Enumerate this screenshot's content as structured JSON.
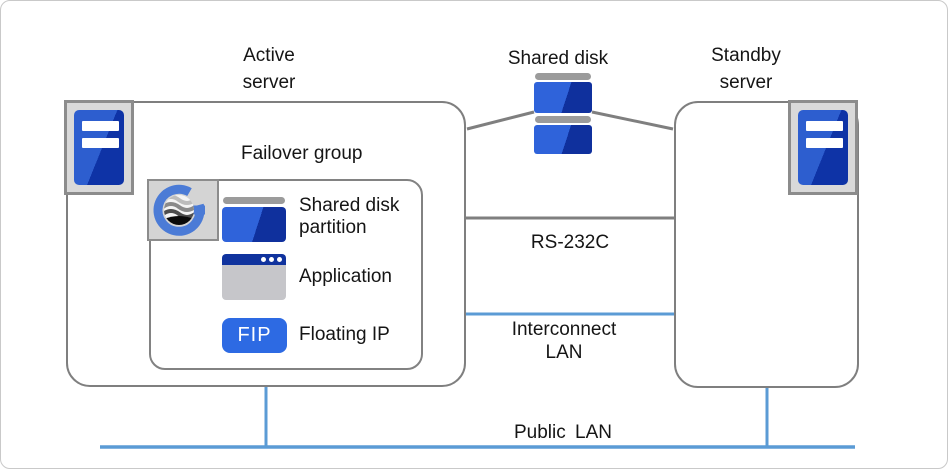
{
  "labels": {
    "active_server": "Active\nserver",
    "shared_disk": "Shared disk",
    "standby_server": "Standby\nserver",
    "failover_group": "Failover group",
    "rs232c": "RS-232C",
    "interconnect_lan": "Interconnect\nLAN",
    "public_lan": "Public LAN"
  },
  "failover_group": {
    "items": [
      {
        "icon": "shared-disk-partition-icon",
        "label": "Shared disk\npartition"
      },
      {
        "icon": "application-icon",
        "label": "Application"
      },
      {
        "icon": "floating-ip-icon",
        "label": "Floating IP",
        "badge": "FIP"
      }
    ]
  },
  "colors": {
    "line_gray": "#7f7f7f",
    "line_blue": "#5b9bd5",
    "box_border_gray": "#7f7f7f",
    "icon_blue": "#2f63da",
    "icon_blue_dark": "#0f309d",
    "fip_blue": "#2d6ae3",
    "icon_cap_gray": "#9b9b9b",
    "app_body_gray": "#c6c6ca",
    "icon_bg_gray": "#d9d9d9",
    "logo_bg_gray": "#d4d4d4",
    "text": "#151515"
  }
}
